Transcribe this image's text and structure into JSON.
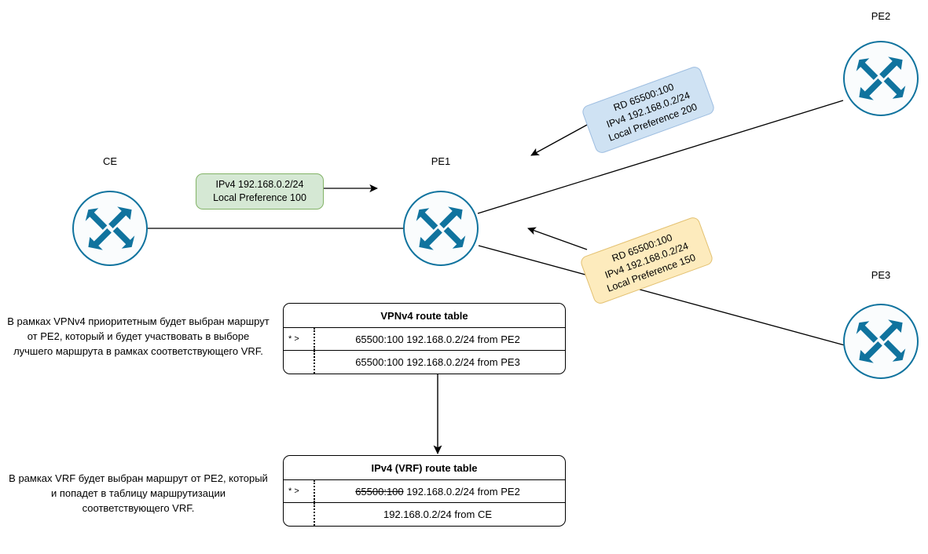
{
  "diagram": {
    "title": "MPLS VPNv4 route selection diagram",
    "colors": {
      "router_stroke": "#10739e",
      "router_fill": "#fafcfd",
      "green_fill": "#d5e8d4",
      "green_stroke": "#82b366",
      "blue_fill": "#cfe2f3",
      "blue_stroke": "#9dbde0",
      "yellow_fill": "#fdebbd",
      "yellow_stroke": "#e3c171",
      "edge": "#000000"
    }
  },
  "nodes": [
    {
      "id": "ce",
      "label": "CE",
      "icon": "router-icon"
    },
    {
      "id": "pe1",
      "label": "PE1",
      "icon": "router-icon"
    },
    {
      "id": "pe2",
      "label": "PE2",
      "icon": "router-icon"
    },
    {
      "id": "pe3",
      "label": "PE3",
      "icon": "router-icon"
    }
  ],
  "messages": {
    "ce_to_pe1": {
      "lines": [
        "IPv4 192.168.0.2/24",
        "Local Preference 100"
      ],
      "color": "green"
    },
    "pe2_to_pe1": {
      "lines": [
        "RD 65500:100",
        "IPv4 192.168.0.2/24",
        "Local Preference 200"
      ],
      "color": "blue"
    },
    "pe3_to_pe1": {
      "lines": [
        "RD 65500:100",
        "IPv4 192.168.0.2/24",
        "Local Preference 150"
      ],
      "color": "yellow"
    }
  },
  "tables": {
    "vpnv4": {
      "title": "VPNv4 route table",
      "rows": [
        {
          "flag": "* >",
          "text": "65500:100 192.168.0.2/24 from PE2",
          "strike_prefix": ""
        },
        {
          "flag": "",
          "text": "65500:100 192.168.0.2/24 from PE3",
          "strike_prefix": ""
        }
      ]
    },
    "vrf": {
      "title": "IPv4 (VRF) route table",
      "rows": [
        {
          "flag": "* >",
          "strike_prefix": "65500:100",
          "text": " 192.168.0.2/24 from PE2"
        },
        {
          "flag": "",
          "strike_prefix": "",
          "text": "192.168.0.2/24 from CE"
        }
      ]
    }
  },
  "notes": {
    "vpnv4_note": "В рамках VPNv4 приоритетным будет выбран маршрут от PE2, который и будет участвовать в выборе лучшего маршрута в рамках соответствующего VRF.",
    "vrf_note": "В рамках VRF  будет выбран маршрут от PE2, который и попадет в таблицу маршрутизации соответствующего VRF."
  }
}
